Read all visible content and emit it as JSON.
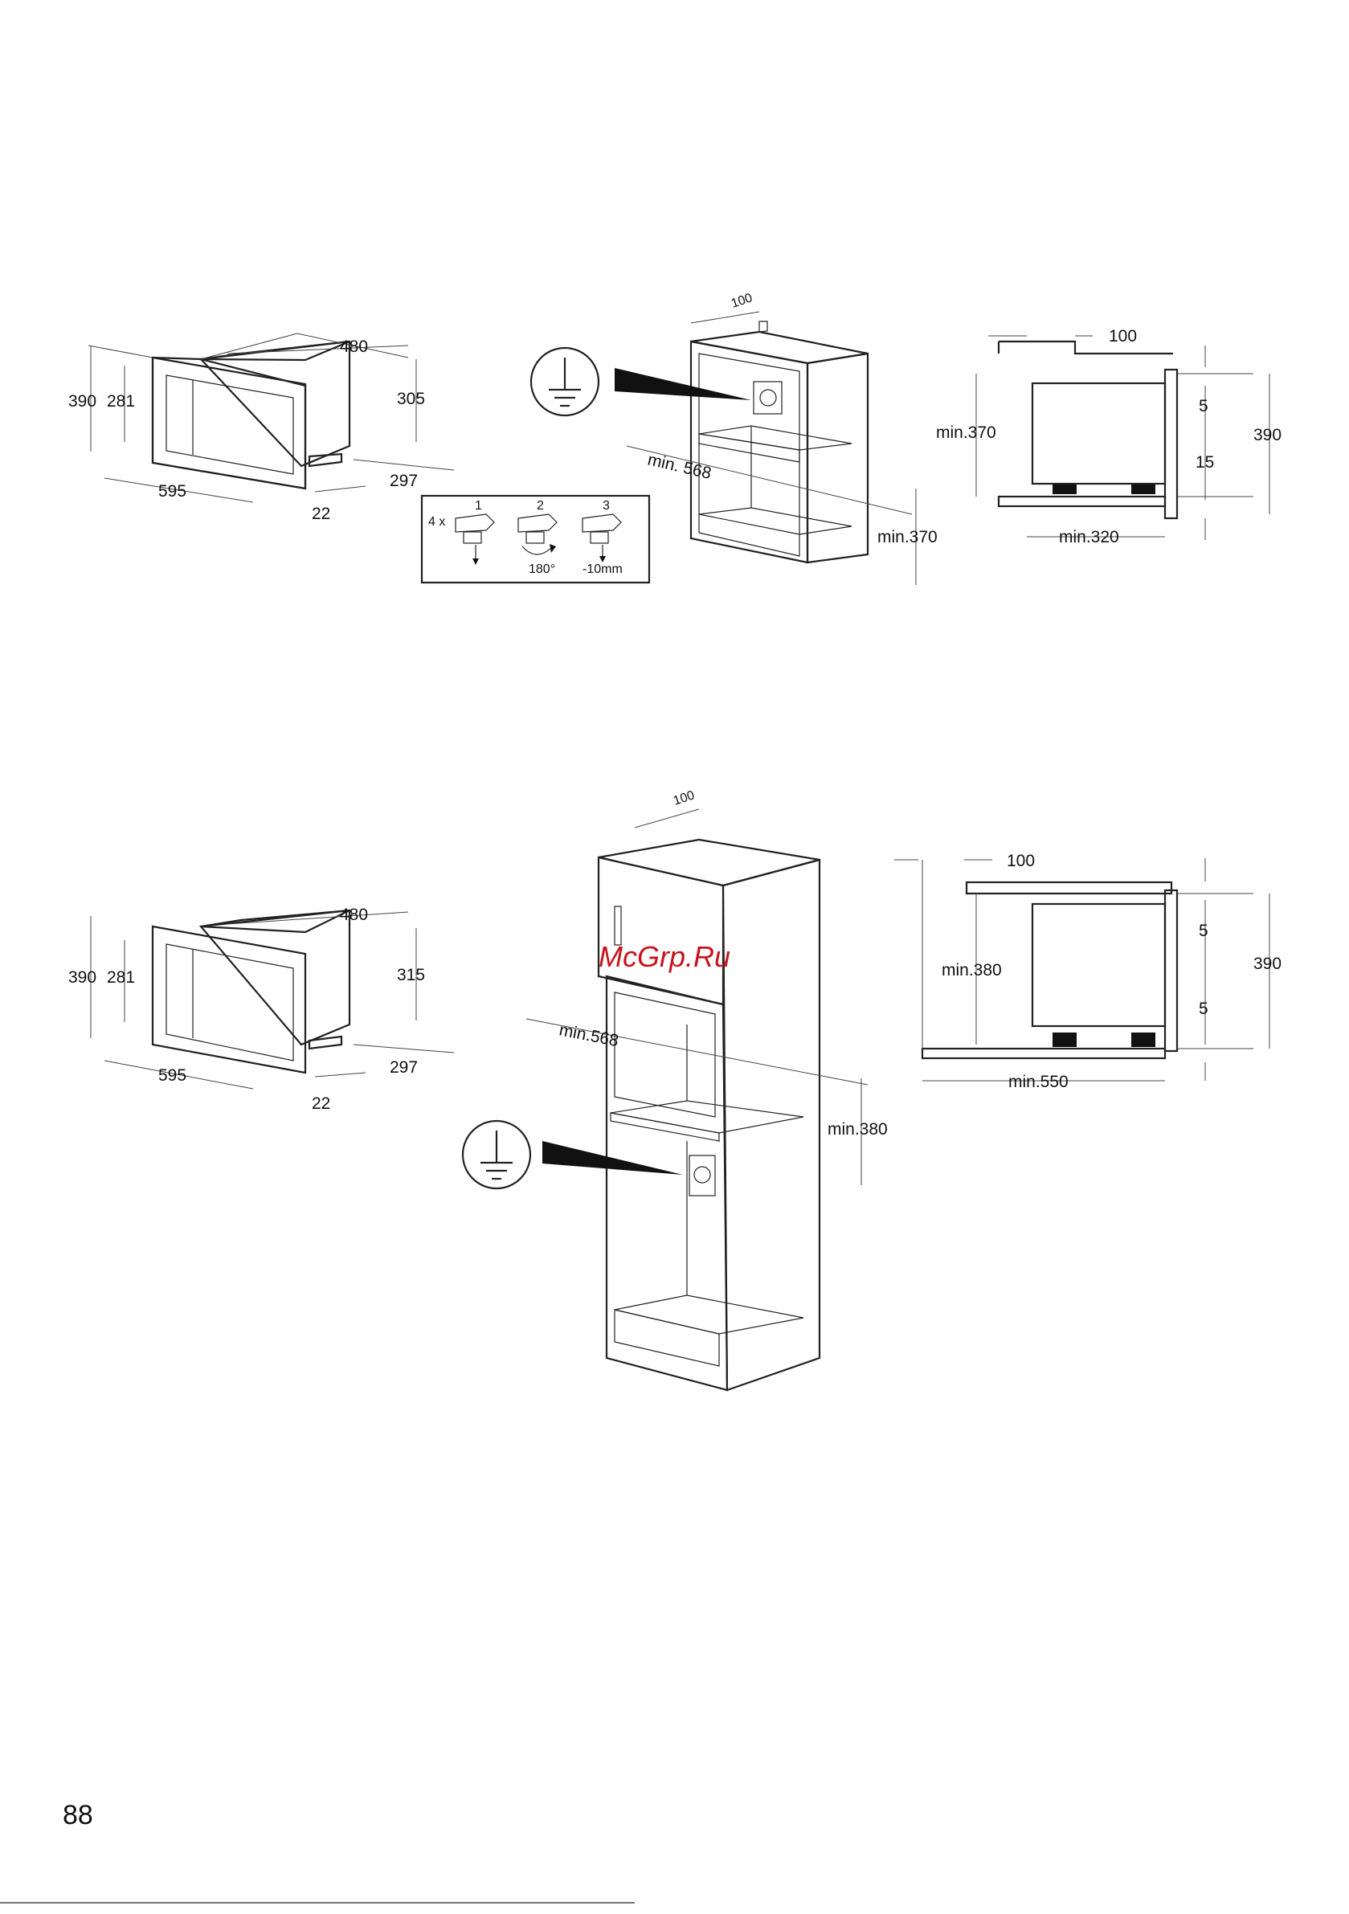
{
  "watermark": "McGrp.Ru",
  "page_number": "88",
  "diagram_top": {
    "appliance": {
      "width": "595",
      "depth": "480",
      "height": "390",
      "inner_height": "281",
      "body_height": "305",
      "body_depth": "297",
      "front_offset": "22"
    },
    "cabinet": {
      "top_gap": "100",
      "min_width": "min. 568",
      "min_height": "min.370"
    },
    "side": {
      "top_gap": "100",
      "min_height": "min.370",
      "gap_upper": "5",
      "gap_lower": "15",
      "height": "390",
      "min_depth": "min.320"
    },
    "steps": {
      "count": "4 x",
      "step1": "1",
      "step2": "2",
      "step3": "3",
      "rotate": "180°",
      "lower": "-10mm"
    }
  },
  "diagram_bottom": {
    "appliance": {
      "width": "595",
      "depth": "480",
      "height": "390",
      "inner_height": "281",
      "body_height": "315",
      "body_depth": "297",
      "front_offset": "22"
    },
    "cabinet": {
      "top_gap": "100",
      "min_width": "min.568",
      "min_height": "min.380"
    },
    "side": {
      "top_gap": "100",
      "min_height": "min.380",
      "gap_upper": "5",
      "gap_lower": "5",
      "height": "390",
      "min_depth": "min.550"
    }
  },
  "icons": [
    "ground-symbol-icon",
    "socket-icon",
    "arrow-icon"
  ]
}
